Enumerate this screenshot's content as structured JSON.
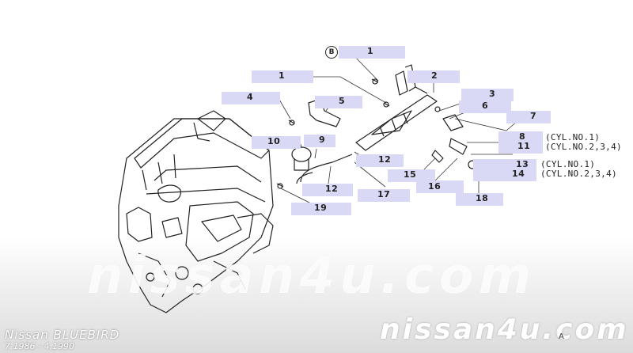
{
  "diagram": {
    "reference_badge": "B",
    "callouts": [
      {
        "id": "c1a",
        "text": "1"
      },
      {
        "id": "c1b",
        "text": "1"
      },
      {
        "id": "c2",
        "text": "2"
      },
      {
        "id": "c3",
        "text": "3"
      },
      {
        "id": "c4",
        "text": "4"
      },
      {
        "id": "c5",
        "text": "5"
      },
      {
        "id": "c6",
        "text": "6"
      },
      {
        "id": "c7",
        "text": "7"
      },
      {
        "id": "c8",
        "text": "8"
      },
      {
        "id": "c9",
        "text": "9"
      },
      {
        "id": "c10",
        "text": "10"
      },
      {
        "id": "c11",
        "text": "11"
      },
      {
        "id": "c12a",
        "text": "12"
      },
      {
        "id": "c12b",
        "text": "12"
      },
      {
        "id": "c13",
        "text": "13"
      },
      {
        "id": "c14",
        "text": "14"
      },
      {
        "id": "c15",
        "text": "15"
      },
      {
        "id": "c16",
        "text": "16"
      },
      {
        "id": "c17",
        "text": "17"
      },
      {
        "id": "c18",
        "text": "18"
      },
      {
        "id": "c19",
        "text": "19"
      }
    ],
    "cylinder_notes": [
      {
        "id": "n8",
        "text": "(CYL.NO.1)"
      },
      {
        "id": "n11",
        "text": "(CYL.NO.2,3,4)"
      },
      {
        "id": "n13",
        "text": "(CYL.NO.1)"
      },
      {
        "id": "n14",
        "text": "(CYL.NO.2,3,4)"
      }
    ],
    "corner_mark": "A"
  },
  "branding": {
    "watermark_large": "nissan4u.com",
    "watermark_small": "nissan4u.com",
    "model": "Nissan BLUEBIRD",
    "years": "7.1986 - 4.1990"
  }
}
